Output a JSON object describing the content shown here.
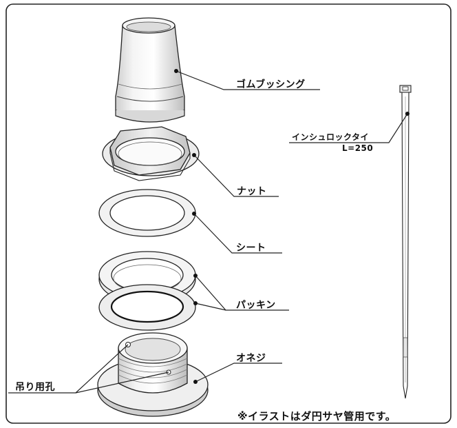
{
  "labels": {
    "rubber_bushing": "ゴムブッシング",
    "nut": "ナット",
    "sheet": "シート",
    "packing": "パッキン",
    "male_thread": "オネジ",
    "hanging_hole": "吊り用孔",
    "cable_tie": "インシュロックタイ",
    "cable_tie_length": "L=250"
  },
  "note": "※イラストはダ円サヤ管用です。"
}
